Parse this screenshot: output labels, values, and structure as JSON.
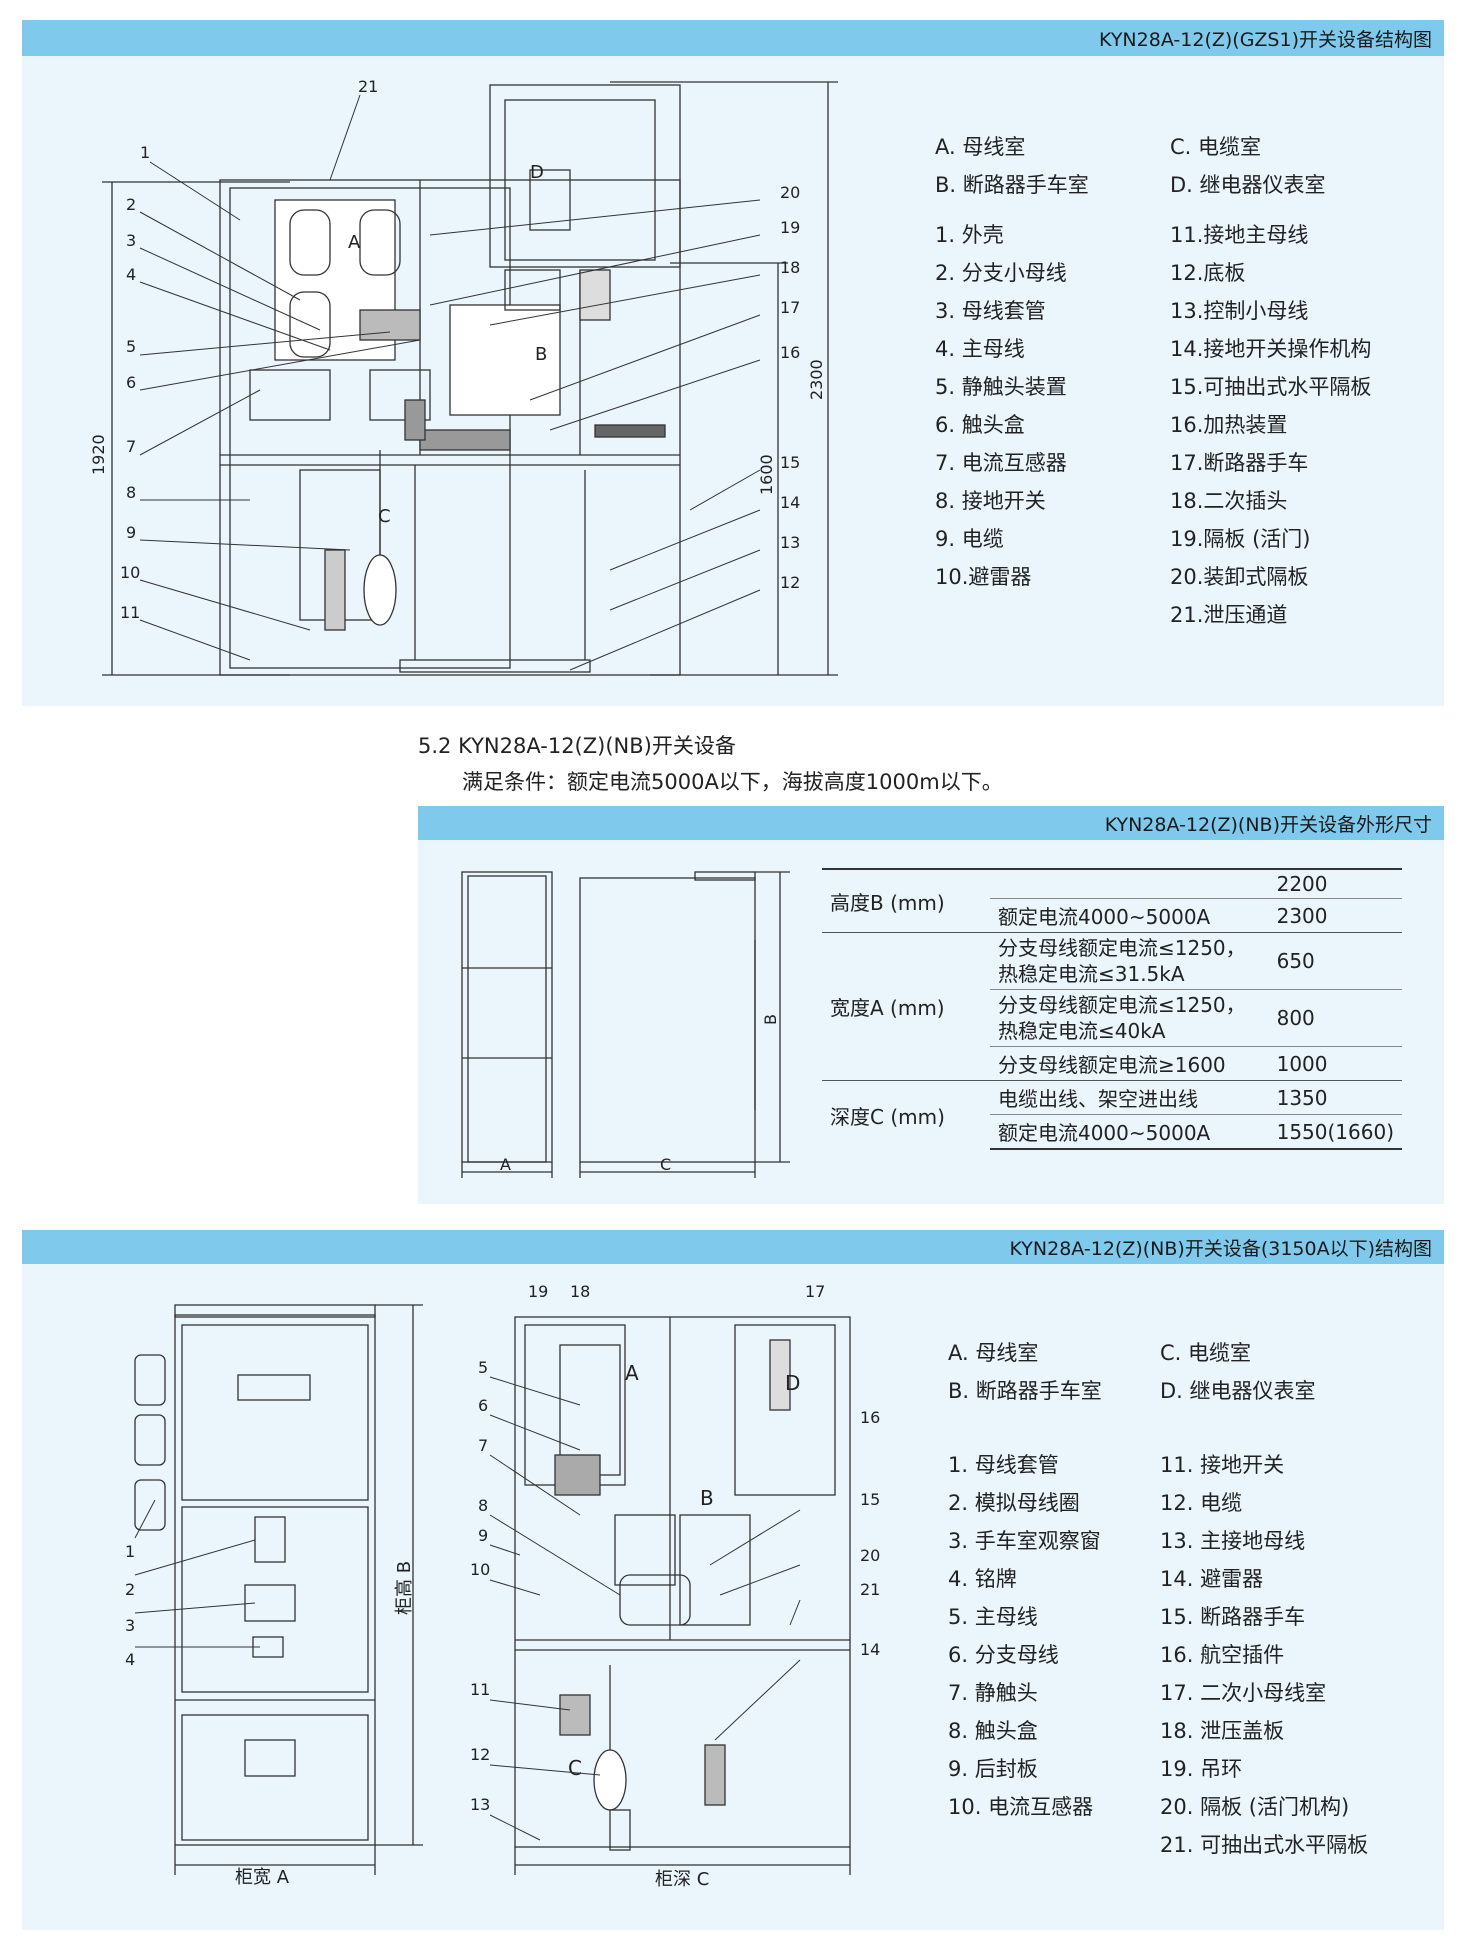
{
  "section1": {
    "banner": "KYN28A-12(Z)(GZS1)开关设备结构图",
    "compartments": [
      "A. 母线室",
      "B. 断路器手车室",
      "C. 电缆室",
      "D. 继电器仪表室"
    ],
    "parts_left": [
      "1. 外壳",
      "2. 分支小母线",
      "3. 母线套管",
      "4. 主母线",
      "5. 静触头装置",
      "6. 触头盒",
      "7. 电流互感器",
      "8. 接地开关",
      "9. 电缆",
      "10.避雷器"
    ],
    "parts_right": [
      "11.接地主母线",
      "12.底板",
      "13.控制小母线",
      "14.接地开关操作机构",
      "15.可抽出式水平隔板",
      "16.加热装置",
      "17.断路器手车",
      "18.二次插头",
      "19.隔板 (活门)",
      "20.装卸式隔板",
      "21.泄压通道"
    ],
    "diagram": {
      "dims": [
        "1920",
        "2300",
        "1600"
      ],
      "letters": [
        "A",
        "B",
        "C",
        "D"
      ],
      "callouts": [
        "1",
        "2",
        "3",
        "4",
        "5",
        "6",
        "7",
        "8",
        "9",
        "10",
        "11",
        "12",
        "13",
        "14",
        "15",
        "16",
        "17",
        "18",
        "19",
        "20",
        "21"
      ]
    }
  },
  "section2": {
    "heading": "5.2  KYN28A-12(Z)(NB)开关设备",
    "condition": "满足条件：额定电流5000A以下，海拔高度1000m以下。",
    "banner": "KYN28A-12(Z)(NB)开关设备外形尺寸",
    "dim_letters": [
      "A",
      "C",
      "B"
    ],
    "table": {
      "height_label": "高度B (mm)",
      "height_rows": [
        [
          "",
          "2200"
        ],
        [
          "额定电流4000~5000A",
          "2300"
        ]
      ],
      "width_label": "宽度A (mm)",
      "width_rows": [
        [
          "分支母线额定电流≤1250，\n热稳定电流≤31.5kA",
          "650"
        ],
        [
          "分支母线额定电流≤1250，\n热稳定电流≤40kA",
          "800"
        ],
        [
          "分支母线额定电流≥1600",
          "1000"
        ]
      ],
      "depth_label": "深度C (mm)",
      "depth_rows": [
        [
          "电缆出线、架空进出线",
          "1350"
        ],
        [
          "额定电流4000~5000A",
          "1550(1660)"
        ]
      ]
    }
  },
  "section3": {
    "banner": "KYN28A-12(Z)(NB)开关设备(3150A以下)结构图",
    "compartments": [
      "A. 母线室",
      "B. 断路器手车室",
      "C. 电缆室",
      "D. 继电器仪表室"
    ],
    "parts_left": [
      "1. 母线套管",
      "2. 模拟母线圈",
      "3. 手车室观察窗",
      "4. 铭牌",
      "5. 主母线",
      "6. 分支母线",
      "7. 静触头",
      "8. 触头盒",
      "9. 后封板",
      "10. 电流互感器"
    ],
    "parts_right": [
      "11. 接地开关",
      "12. 电缆",
      "13. 主接地母线",
      "14. 避雷器",
      "15. 断路器手车",
      "16. 航空插件",
      "17. 二次小母线室",
      "18. 泄压盖板",
      "19. 吊环",
      "20. 隔板 (活门机构)",
      "21. 可抽出式水平隔板"
    ],
    "diagram": {
      "front_width": "柜宽 A",
      "front_height": "柜高 B",
      "side_depth": "柜深 C",
      "letters": [
        "A",
        "B",
        "C",
        "D"
      ],
      "front_callouts": [
        "1",
        "2",
        "3",
        "4"
      ],
      "side_callouts": [
        "5",
        "6",
        "7",
        "8",
        "9",
        "10",
        "11",
        "12",
        "13",
        "14",
        "15",
        "16",
        "17",
        "18",
        "19",
        "20",
        "21"
      ]
    }
  }
}
